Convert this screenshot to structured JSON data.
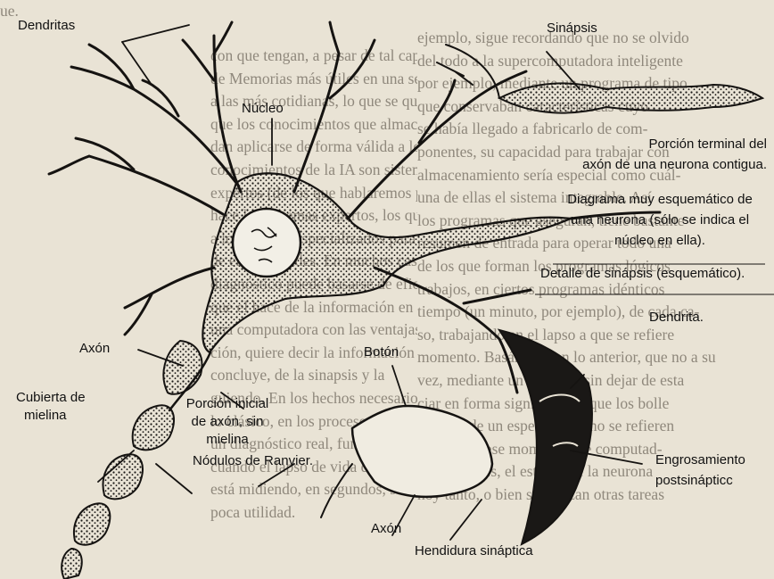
{
  "labels": {
    "dendritas": "Dendritas",
    "nucleo": "Núcleo",
    "axon": "Axón",
    "cubierta": [
      "Cubierta de",
      "mielina"
    ],
    "porcion_inicial": [
      "Porción inicial",
      "de axón, sin",
      "mielina"
    ],
    "nodulos": "Nódulos de Ranvier.",
    "sinapsis": "Sinápsis",
    "porcion_terminal": [
      "Porción terminal del",
      "axón de una neurona contigua."
    ],
    "diagrama": [
      "Diagrama muy esquemático de",
      "una neurona (sólo se indica el",
      "núcleo en ella)."
    ],
    "detalle": "Detalle de sinápsis (esquemático).",
    "dendrita": "Dendrita.",
    "boton": "Botón",
    "engrosamiento": [
      "Engrosamiento",
      "postsinápticc"
    ],
    "axon_bottom": "Axón",
    "hendidura": "Hendidura sináptica"
  },
  "background_text": {
    "left": [
      "ue."
    ],
    "middle": [
      "con que tengan, a pesar de tal capacidad,",
      "de Memorias más útiles en una secuencia",
      "a las más cotidianas, lo que se quiere",
      "que los conocimientos que almacenan por",
      "dan aplicarse de forma válida a los de los",
      "conocimientos de la IA son sistemas",
      "expertos (de los que hablaremos posteriormente),",
      "hace los sistemas expertos, los que sirven",
      "a los campos especializados para el diagnóstico",
      "de enfermedades. En muchos casos este",
      "diagnóstico puede basarse de eficiencia, con",
      "que el hace de la información en lo que",
      "una computadora con las ventajas informa-",
      "ción, quiere decir la información que se",
      "concluye, de la sinapsis y la",
      "guiendo. En los hechos necesarios de las que",
      "lo clásico, en los procesos anteriores el control",
      "un diagnóstico real, funciona, y por",
      "cuando el lapso de vida de esa persona se",
      "está midiendo, en segundos, sería de",
      "poca utilidad."
    ],
    "right": [
      "ejemplo, sigue recordando que no se olvido",
      "del todo a la supercomputadora inteligente",
      "por ejemplo, mediante un programa de tipo",
      "que conservaban características cuyo",
      "se había llegado a fabricarlo de com-",
      "ponentes, su capacidad para trabajar con",
      "almacenamiento sería especial como cuál-",
      "una de ellas el sistema integrable. Así",
      "los programas que aseguran, tiene bastante",
      "resumen de entrada para operar todo una",
      "de los que forman los programas lógicos",
      "trabajos, en ciertos programas idénticos",
      "tiempo (un minuto, por ejemplo), de cada ca-",
      "so, trabajando en el lapso a que se refiere",
      "momento. Basándose en lo anterior, que no a su",
      "vez, mediante un lenguaje sin dejar de esta",
      "ciar en forma significativa, que los bolle",
      "zadores de un espectro que no se refieren",
      "cuando de ese momento) de computad-",
      "Por ser, pues, el estudio de la neurona",
      "hoy tanto, o bien se utilizan otras tareas"
    ]
  }
}
